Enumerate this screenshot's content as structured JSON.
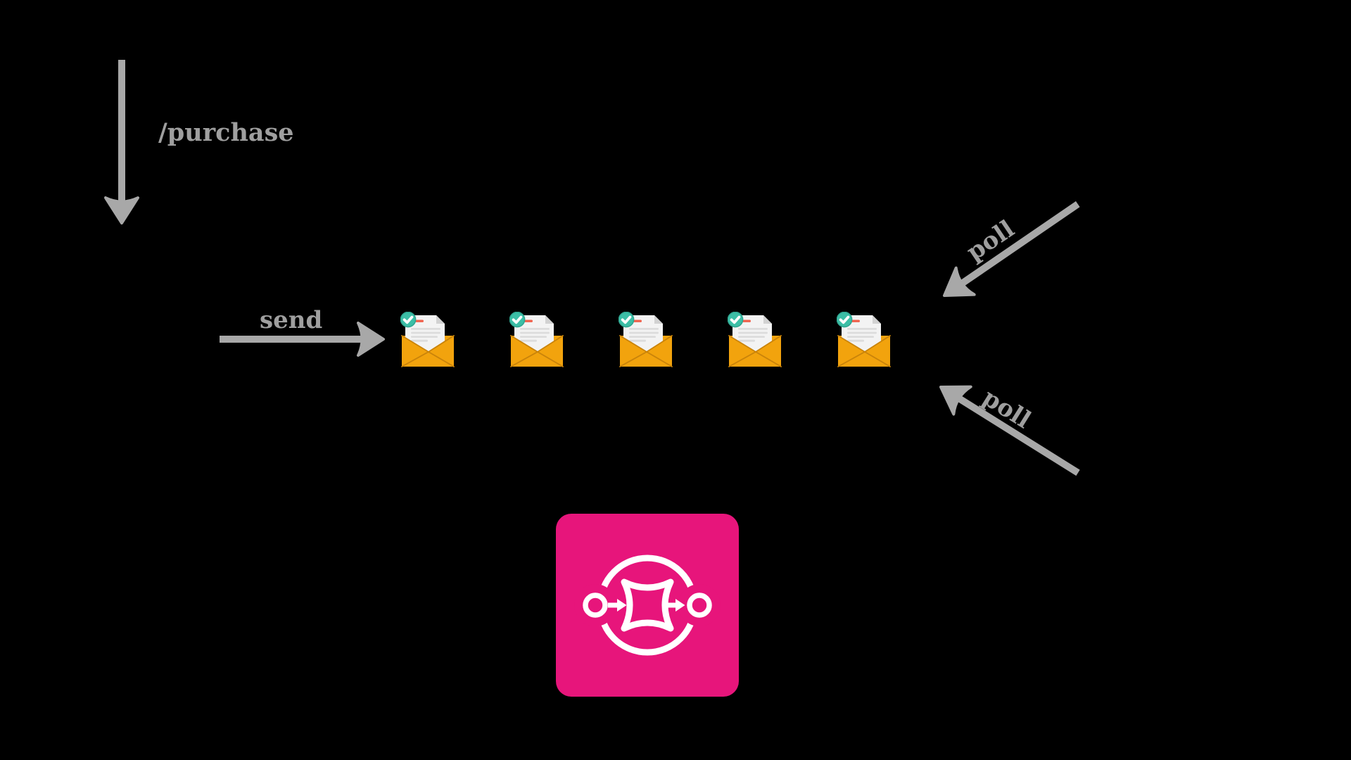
{
  "diagram": {
    "background": "#000000",
    "labels": {
      "purchase": {
        "text": "/purchase"
      },
      "send": {
        "text": "send"
      },
      "poll_top": {
        "text": "poll"
      },
      "poll_bottom": {
        "text": "poll"
      }
    },
    "queue": {
      "message_count": 5,
      "message_icon": "verified-message-envelope-icon"
    },
    "service_icon": "aws-sqs-queue-icon",
    "colors": {
      "background": "#000000",
      "arrow_gray": "#a8a8a8",
      "label_gray": "#9f9f9f",
      "sqs_pink": "#e7157b",
      "glyph_white": "#ffffff",
      "env_orange": "#f2a30d",
      "env_fold": "#c9830a",
      "doc_white": "#f3f3f3",
      "doc_fold": "#d2d2d2",
      "doc_line": "#dcdcdc",
      "doc_red": "#f0614c",
      "badge_teal": "#3cbea6",
      "badge_edge": "#2fa590",
      "check_white": "#ffffff"
    }
  }
}
